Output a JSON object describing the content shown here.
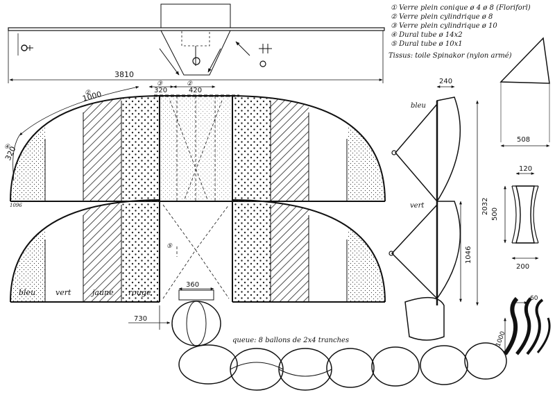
{
  "legend": {
    "items": [
      "① Verre plein conique ø 4 ø 8 (Floriforl)",
      "② Verre plein cylindrique ø 8",
      "③ Verre plein cylindrique ø 10",
      "④ Dural tube ø 14x2",
      "⑤ Dural tube ø 10x1"
    ],
    "fabric": "Tissus: toile Spinakor (nylon armé)"
  },
  "dimensions": {
    "span": "3810",
    "arc": "1000",
    "tip": "320",
    "center_small": "320",
    "center_wide": "420",
    "side_top": "240",
    "height_total": "2032",
    "height_half": "1046",
    "triangle_base": "508",
    "bobbin_width": "120",
    "bobbin_height": "500",
    "bobbin_base": "200",
    "tail_attach": "360",
    "tail_offset": "730",
    "tail_streamer": "1000",
    "tail_step": "60"
  },
  "color_labels": {
    "blue": "bleu",
    "green": "vert",
    "yellow": "jaune",
    "red": "rouge"
  },
  "side_labels": {
    "blue": "bleu",
    "green": "vert"
  },
  "tail_caption": "queue: 8 ballons de 2x4 tranches",
  "page_mark": "1096",
  "callouts": {
    "one": "①",
    "two": "②",
    "three": "③",
    "four": "④",
    "five": "⑤"
  }
}
